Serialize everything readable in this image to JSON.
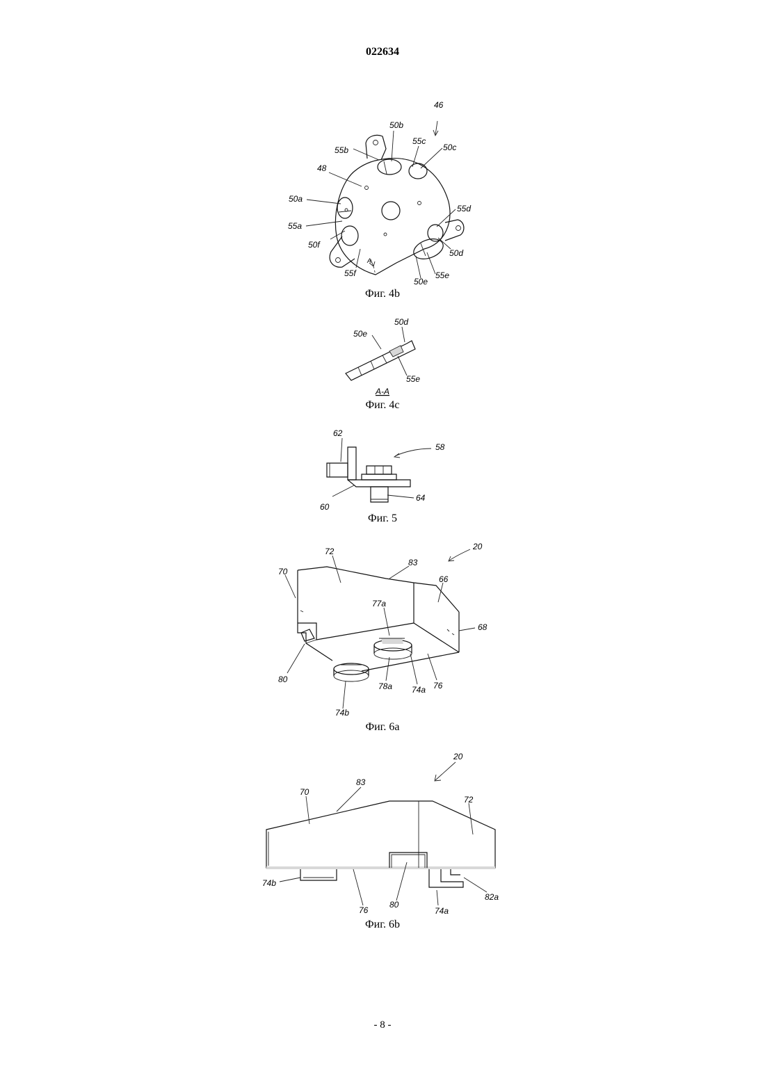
{
  "header": {
    "document_number": "022634"
  },
  "footer": {
    "page_number": "- 8 -"
  },
  "figures": {
    "fig4b": {
      "caption": "Фиг. 4b",
      "labels": {
        "l46": "46",
        "l50b": "50b",
        "l55b": "55b",
        "l55c": "55c",
        "l50c": "50c",
        "l48": "48",
        "l50a": "50a",
        "l55d": "55d",
        "l55a": "55a",
        "l50f": "50f",
        "l50d": "50d",
        "lA": "A",
        "l55f": "55f",
        "l55e": "55e",
        "l50e": "50e"
      }
    },
    "fig4c": {
      "caption": "Фиг. 4c",
      "labels": {
        "l50d": "50d",
        "l50e": "50e",
        "l55e": "55e",
        "section": "A-A"
      }
    },
    "fig5": {
      "caption": "Фиг. 5",
      "labels": {
        "l62": "62",
        "l58": "58",
        "l60": "60",
        "l64": "64"
      }
    },
    "fig6a": {
      "caption": "Фиг. 6a",
      "labels": {
        "l20": "20",
        "l72": "72",
        "l83": "83",
        "l70": "70",
        "l66": "66",
        "l77a": "77a",
        "l68": "68",
        "l80": "80",
        "l78a": "78a",
        "l74a": "74a",
        "l76": "76",
        "l74b": "74b"
      }
    },
    "fig6b": {
      "caption": "Фиг. 6b",
      "labels": {
        "l20": "20",
        "l83": "83",
        "l70": "70",
        "l72": "72",
        "l74b": "74b",
        "l76": "76",
        "l80": "80",
        "l74a": "74a",
        "l82a": "82a"
      }
    }
  }
}
